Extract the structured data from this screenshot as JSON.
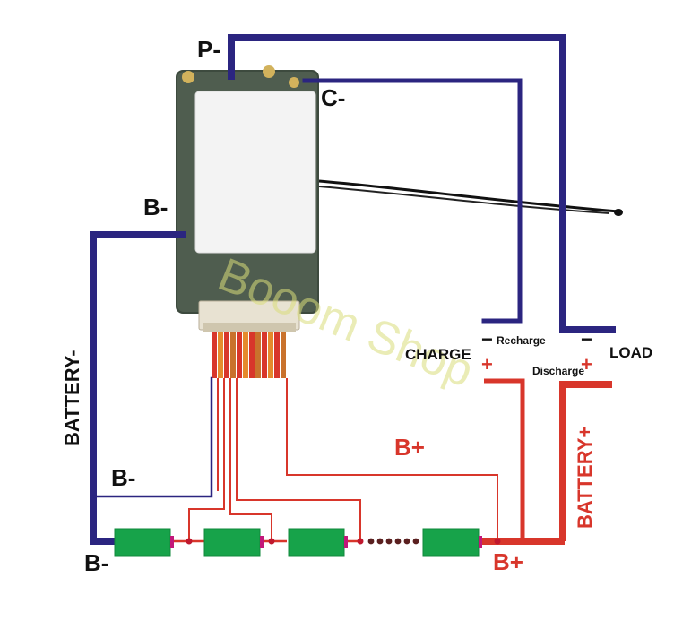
{
  "labels": {
    "p_minus": "P-",
    "c_minus": "C-",
    "b_minus_board": "B-",
    "b_minus_mid": "B-",
    "b_minus_bottom": "B-",
    "battery_minus": "BATTERY-",
    "charge": "CHARGE",
    "recharge": "Recharge",
    "discharge": "Discharge",
    "load": "LOAD",
    "b_plus_mid": "B+",
    "b_plus_bottom": "B+",
    "battery_plus": "BATTERY+",
    "minus_sign": "−",
    "plus_sign": "+"
  },
  "watermark": "Booom Shop",
  "colors": {
    "negative_wire": "#2b2580",
    "positive_wire": "#d8362b",
    "cell_fill": "#17a34a",
    "cell_terminal": "#c2187a",
    "node": "#c0182e"
  }
}
